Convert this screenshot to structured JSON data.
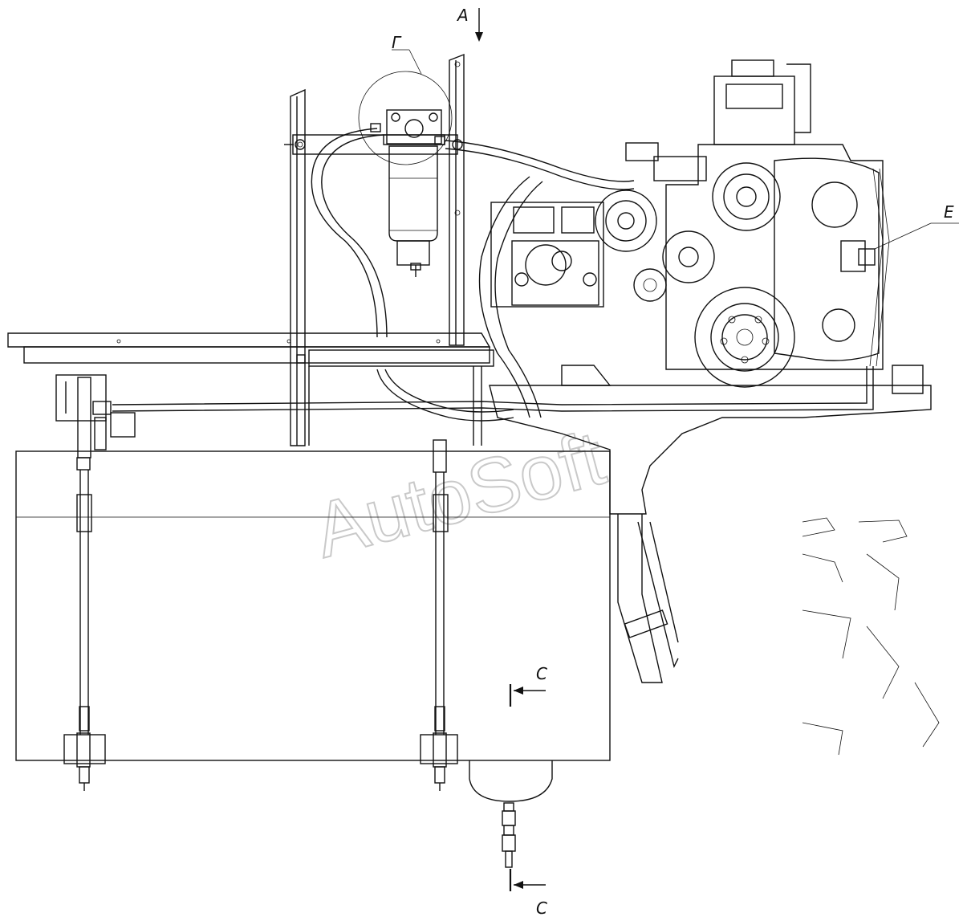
{
  "drawing": {
    "view_labels": {
      "view_a": "A",
      "view_g": "Г",
      "view_e": "E",
      "section_top": "C",
      "section_bottom": "C"
    },
    "watermark": "AutoSoft"
  }
}
